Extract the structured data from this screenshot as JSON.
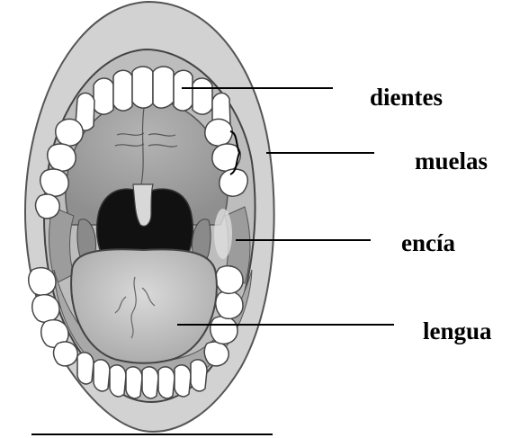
{
  "labels": {
    "dientes": "dientes",
    "muelas": "muelas",
    "encia": "encía",
    "lengua": "lengua"
  },
  "colors": {
    "lip": "#d2d2d2",
    "lip_outline": "#555555",
    "palate": "#a2a2a2",
    "gum": "#c4c4c4",
    "tooth": "#ffffff",
    "throat": "#111111",
    "tongue": "#c8c8c8",
    "tonsil": "#8a8a8a",
    "line": "#000000"
  }
}
